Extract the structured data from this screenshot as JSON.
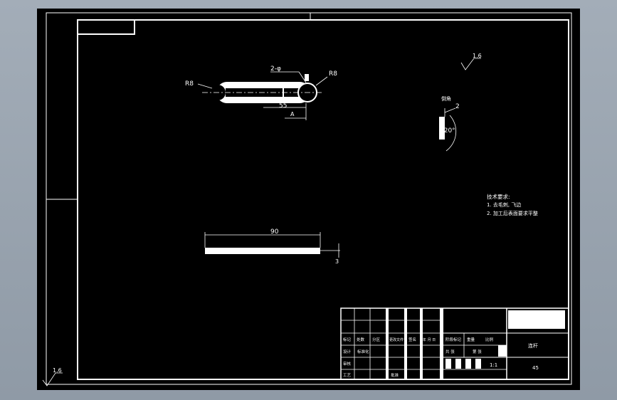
{
  "drawing": {
    "background": "#000000",
    "line_color": "#ffffff",
    "top_view": {
      "radius_left": "R8",
      "radius_right": "R8",
      "hole_note": "2-φ",
      "dim_center": "55",
      "dim_a": "A"
    },
    "section_view": {
      "note": "倒角",
      "chamfer": "2",
      "angle": "120°"
    },
    "side_view": {
      "length": "90",
      "thickness": "3"
    },
    "roughness": {
      "top_right": "1.6",
      "bottom_left": "1.6"
    },
    "technical_requirements": {
      "title": "技术要求:",
      "items": [
        "1. 去毛刺, 飞边",
        "2. 加工后表面要求平整"
      ]
    },
    "title_block": {
      "part_name": "连杆",
      "material": "45",
      "scale_value": "1:1",
      "labels": {
        "design": "设计",
        "standardize": "标准化",
        "review": "审核",
        "process": "工艺",
        "approve": "批准",
        "stage_mark": "阶段标记",
        "weight": "重量",
        "scale": "比例",
        "sheet_total": "共 张",
        "sheet_no": "第 张",
        "year_month_day": "年 月 日",
        "signature": "签名",
        "mark": "标记",
        "count": "处数",
        "zone": "分区",
        "change_doc": "更改文件号"
      }
    }
  }
}
